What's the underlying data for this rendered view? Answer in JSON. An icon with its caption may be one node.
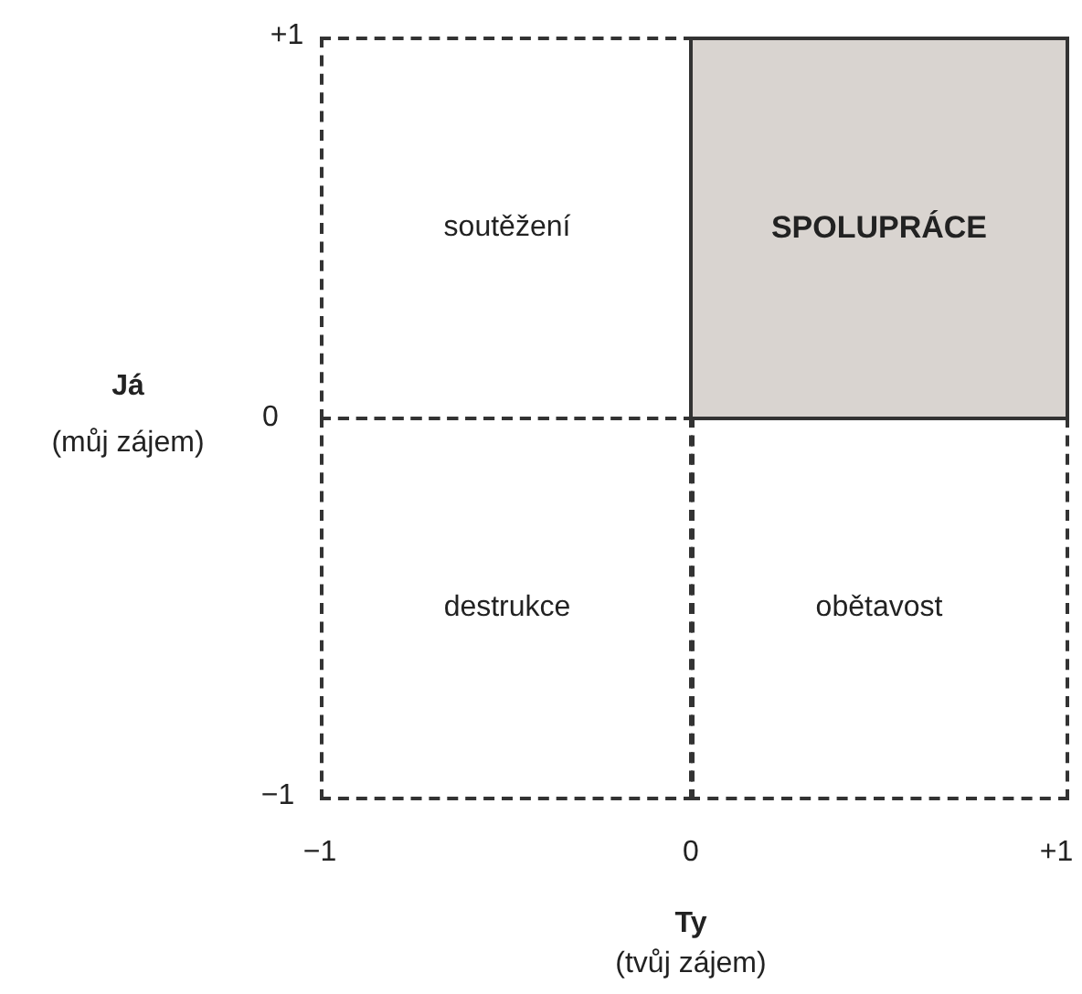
{
  "diagram": {
    "nodes": [
      {
        "text": [
          "soutěžení"
        ]
      },
      {
        "text": [
          "SPOLUPRÁCE"
        ]
      },
      {
        "text": [
          "destrukce"
        ]
      },
      {
        "text": [
          "obětavost"
        ]
      }
    ],
    "labels": [
      "+1",
      "Já",
      "0",
      "(můj zájem)",
      "−1",
      "−1",
      "0",
      "+1",
      "Ty",
      "(tvůj zájem)"
    ]
  }
}
